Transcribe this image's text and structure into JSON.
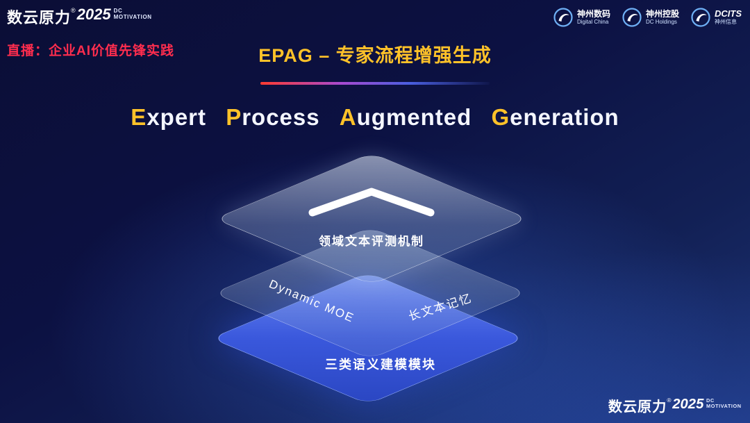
{
  "brand": {
    "name": "数云原力",
    "reg": "®",
    "year": "2025",
    "dc": "DC",
    "motivation": "MOTIVATION"
  },
  "header": {
    "live_label": "直播：企业AI价值先锋实践",
    "title": "EPAG – 专家流程增强生成",
    "logos": [
      {
        "name": "神州数码",
        "sub": "Digital China"
      },
      {
        "name": "神州控股",
        "sub": "DC Holdings"
      },
      {
        "name": "DCITS",
        "sub": "神州信息"
      }
    ]
  },
  "subtitle": {
    "words": [
      {
        "lead": "E",
        "rest": "xpert"
      },
      {
        "lead": "P",
        "rest": "rocess"
      },
      {
        "lead": "A",
        "rest": "ugmented"
      },
      {
        "lead": "G",
        "rest": "eneration"
      }
    ]
  },
  "diagram": {
    "top_layer_label": "领域文本评测机制",
    "mid_layer_labels": [
      "Dynamic MOE",
      "长文本记忆"
    ],
    "bottom_layer_label": "三类语义建模模块"
  },
  "colors": {
    "accent_gold": "#ffc229",
    "accent_red": "#ff2d4e",
    "background_dark": "#0b0e36",
    "bottom_layer_blue": "#3a58dc",
    "divider_red": "#ff3b30"
  }
}
